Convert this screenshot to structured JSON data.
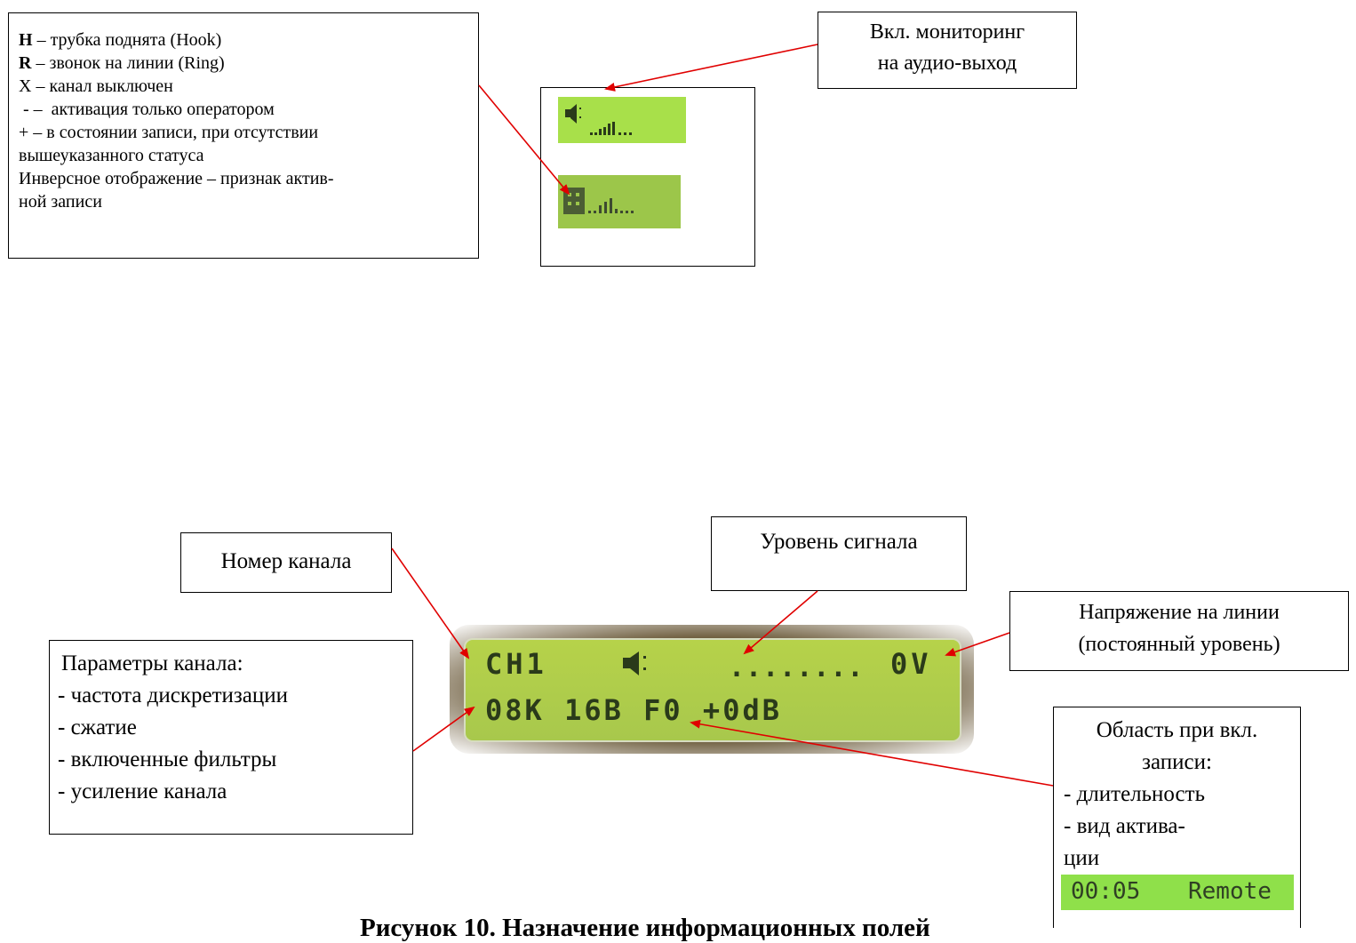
{
  "legend": {
    "lines": [
      {
        "bold": "H",
        "text": " – трубка поднята (Hook)"
      },
      {
        "bold": "R",
        "text": " – звонок на линии (Ring)"
      },
      {
        "bold": "",
        "text": "X – канал выключен"
      },
      {
        "bold": "",
        "text": " - –  активация только оператором"
      },
      {
        "bold": "",
        "text": "+ –  в состоянии записи, при отсутствии"
      },
      {
        "bold": "",
        "text": "вышеуказанного статуса"
      },
      {
        "bold": "",
        "text": "Инверсное отображение – признак актив-"
      },
      {
        "bold": "",
        "text": "ной записи"
      }
    ]
  },
  "monitor_callout": {
    "line1": "Вкл. мониторинг",
    "line2": "на аудио-выход"
  },
  "channel_number_callout": "Номер канала",
  "signal_level_callout": "Уровень сигнала",
  "line_voltage_callout": {
    "line1": "Напряжение на линии",
    "line2": "(постоянный уровень)"
  },
  "channel_params_callout": {
    "title": "Параметры канала:",
    "items": [
      "- частота дискретизации",
      "- сжатие",
      "- включенные фильтры",
      "- усиление канала"
    ]
  },
  "record_area_callout": {
    "line1": "Область при вкл.",
    "line2": "записи:",
    "line3": "- длительность",
    "line4": "- вид актива-",
    "line5": "ции"
  },
  "lcd_main": {
    "row1_left": "CH1",
    "row1_icon": "speaker-icon",
    "row1_level": "........",
    "row1_right": "0V",
    "row2": "08K 16B F0 +0dB"
  },
  "lcd_record": {
    "time": "00:05",
    "mode": "Remote"
  },
  "caption": "Рисунок 10. Назначение информационных полей",
  "colors": {
    "lcd_green": "#a8e04a",
    "arrow_red": "#e00000"
  }
}
